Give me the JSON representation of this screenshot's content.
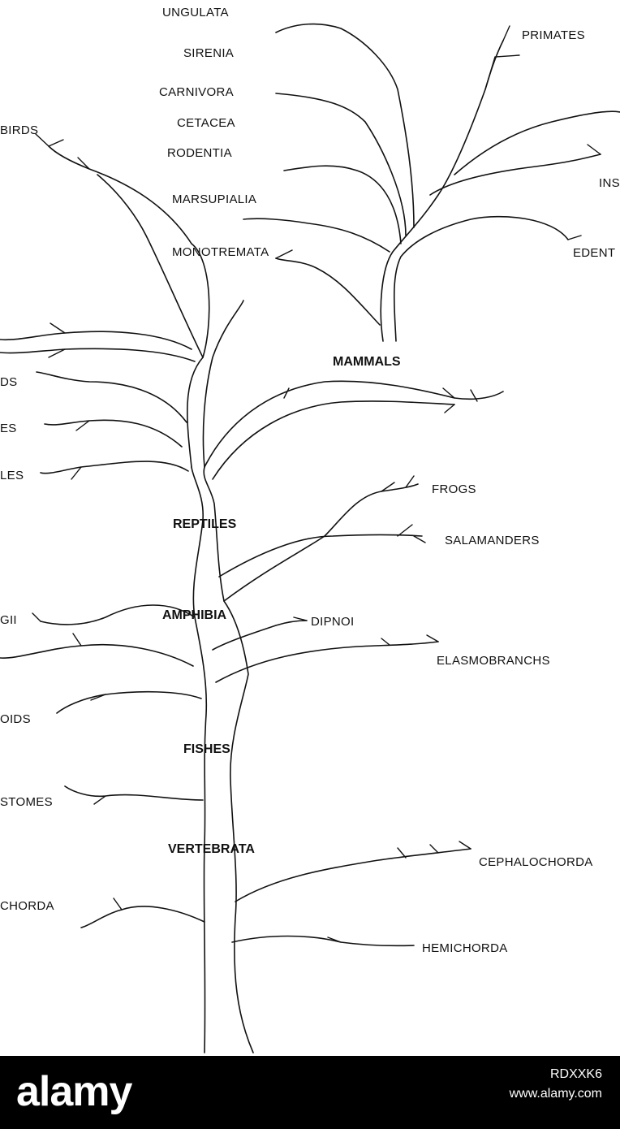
{
  "labels": {
    "ungulata": "UNGULATA",
    "sirenia": "SIRENIA",
    "carnivora": "CARNIVORA",
    "cetacea": "CETACEA",
    "rodentia": "RODENTIA",
    "birds": "BIRDS",
    "marsupialia": "MARSUPIALIA",
    "monotremata": "MONOTREMATA",
    "primates": "PRIMATES",
    "ins": "INS",
    "edent": "EDENT",
    "mammals": "MAMMALS",
    "ds": "DS",
    "es": "ES",
    "les": "LES",
    "frogs": "FROGS",
    "reptiles": "REPTILES",
    "salamanders": "SALAMANDERS",
    "gii": "GII",
    "amphibia": "AMPHIBIA",
    "dipnoi": "DIPNOI",
    "elasmobranchs": "ELASMOBRANCHS",
    "oids": "OIDS",
    "fishes": "FISHES",
    "stomes": "STOMES",
    "vertebrata": "VERTEBRATA",
    "cephalochorda": "CEPHALOCHORDA",
    "chorda": "CHORDA",
    "hemichorda": "HEMICHORDA"
  },
  "watermark": {
    "logo": "alamy",
    "image_id": "RDXXK6",
    "url": "www.alamy.com"
  }
}
